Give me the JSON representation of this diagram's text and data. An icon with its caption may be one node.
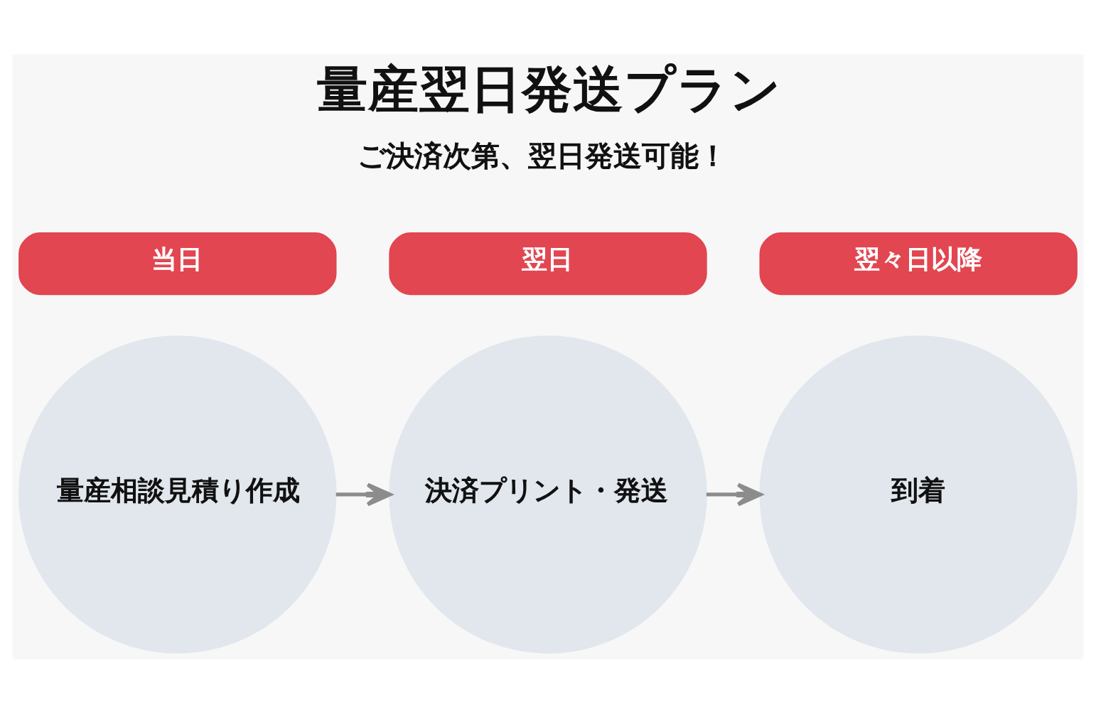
{
  "diagram": {
    "title": "量産翌日発送プラン",
    "nodes": [
      {
        "text": [
          "当日"
        ]
      },
      {
        "text": [
          "翌日"
        ]
      },
      {
        "text": [
          "翌々日以降"
        ]
      },
      {
        "text": [
          "量産相談見積り作成"
        ]
      },
      {
        "text": [
          "決済プリント・発送"
        ]
      },
      {
        "text": [
          "到着"
        ]
      }
    ],
    "edges": [
      {
        "from": 3,
        "to": 4,
        "arrow": "to"
      },
      {
        "from": 4,
        "to": 5,
        "arrow": "to"
      }
    ],
    "labels": [
      "ご決済次第、翌日発送可能！"
    ]
  }
}
